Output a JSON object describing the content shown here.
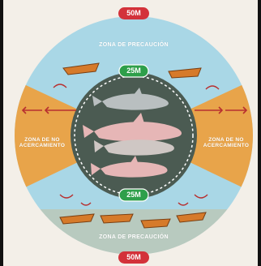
{
  "badges": {
    "outer_top": "50M",
    "outer_bottom": "50M",
    "inner_top": "25M",
    "inner_bottom": "25M"
  },
  "zones": {
    "top": "ZONA DE PRECAUCIÓN",
    "bottom": "ZONA DE PRECAUCIÓN",
    "left_line1": "ZONA DE NO",
    "left_line2": "ACERCAMIENTO",
    "right_line1": "ZONA DE NO",
    "right_line2": "ACERCAMIENTO"
  },
  "colors": {
    "outer_ring_blue": "#a9d7e6",
    "wedge_orange": "#e8a44a",
    "inner_circle": "#4b5b52",
    "dashed_ring": "#ffffff",
    "badge_red": "#d3323a",
    "badge_green": "#2e9f4a",
    "dolphin_pink": "#e6b6b6",
    "dolphin_gray": "#b9bfc0",
    "boat": "#d67a2a",
    "arrow_red": "#b82f2f"
  }
}
